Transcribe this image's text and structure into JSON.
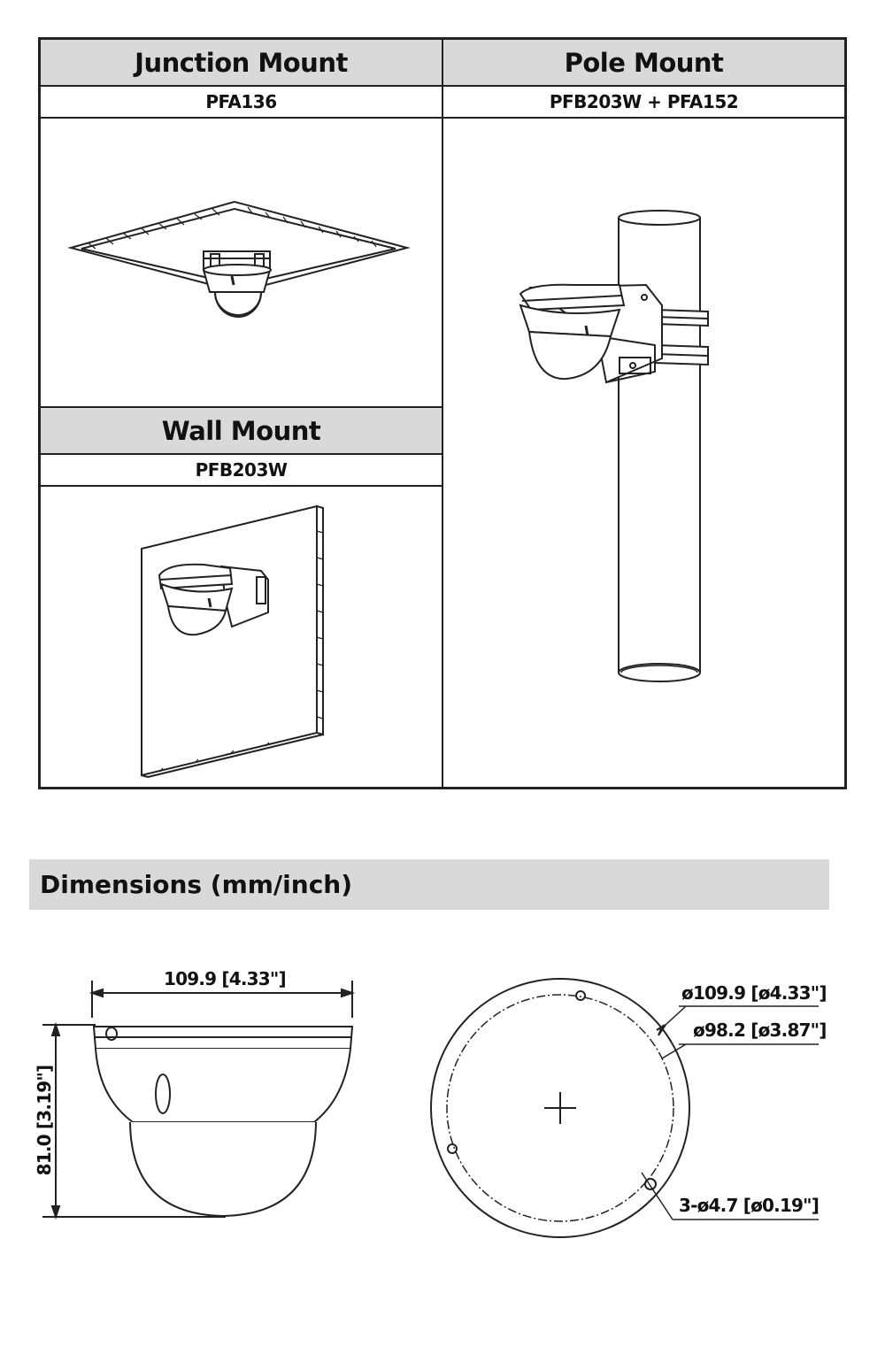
{
  "mounts": {
    "junction": {
      "title": "Junction Mount",
      "model": "PFA136"
    },
    "pole": {
      "title": "Pole Mount",
      "model": "PFB203W + PFA152"
    },
    "wall": {
      "title": "Wall Mount",
      "model": "PFB203W"
    }
  },
  "dimensions": {
    "title": "Dimensions (mm/inch)",
    "width_label": "109.9 [4.33\"]",
    "height_label": "81.0 [3.19\"]",
    "outer_diameter_label": "ø109.9 [ø4.33\"]",
    "inner_diameter_label": "ø98.2 [ø3.87\"]",
    "holes_label": "3-ø4.7 [ø0.19\"]"
  },
  "colors": {
    "header_gray": "#d9d9d9",
    "line": "#222222"
  }
}
